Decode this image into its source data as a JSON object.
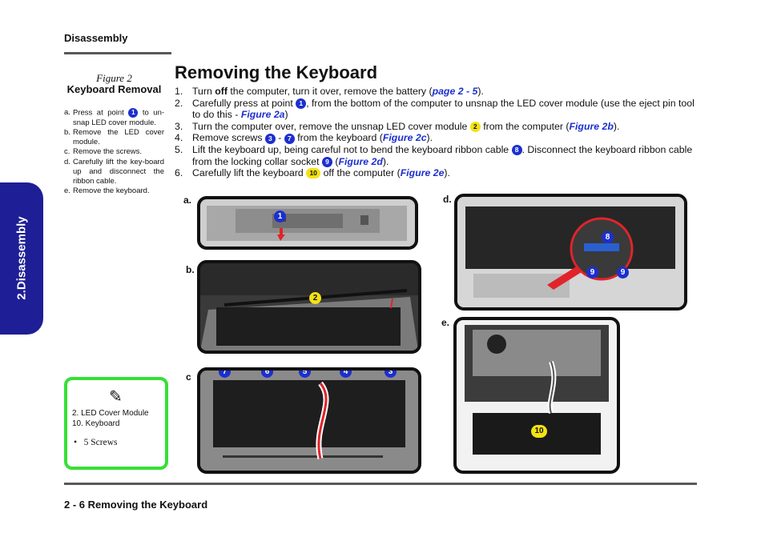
{
  "header": {
    "section": "Disassembly"
  },
  "side_tab": {
    "label": "2.Disassembly"
  },
  "figure": {
    "number": "Figure 2",
    "title": "Keyboard Removal",
    "steps": [
      {
        "letter": "a.",
        "pre": "Press at point",
        "badge": "1",
        "post": "to un-snap LED cover module."
      },
      {
        "letter": "b.",
        "text": "Remove the LED cover module."
      },
      {
        "letter": "c.",
        "text": "Remove the screws."
      },
      {
        "letter": "d.",
        "text": "Carefully lift the key-board up and disconnect the ribbon cable."
      },
      {
        "letter": "e.",
        "text": "Remove the keyboard."
      }
    ]
  },
  "note": {
    "icon": "pencil-icon",
    "line1": "2.   LED Cover Module",
    "line2": "10. Keyboard",
    "line3": "5 Screws"
  },
  "main": {
    "title": "Removing the Keyboard",
    "steps": [
      {
        "num": "1.",
        "a": "Turn ",
        "bold": "off",
        "b": " the computer, turn it over, remove the battery (",
        "link": "page 2 - 5",
        "c": ")."
      },
      {
        "num": "2.",
        "a": "Carefully press at point ",
        "badge": "1",
        "b": ", from the bottom of the computer to unsnap the LED cover module (use the eject pin tool to do this - ",
        "link": "Figure 2a",
        "c": ")"
      },
      {
        "num": "3.",
        "a": "Turn the computer over, remove the unsnap LED cover module ",
        "badge": "2",
        "b": " from the computer (",
        "link": "Figure 2b",
        "c": ")."
      },
      {
        "num": "4.",
        "a": "Remove screws ",
        "badge": "3",
        "dash": " - ",
        "badge2": "7",
        "b": " from the keyboard (",
        "link": "Figure 2c",
        "c": ")."
      },
      {
        "num": "5.",
        "a": "Lift the keyboard up, being careful not to bend the keyboard ribbon cable ",
        "badge": "8",
        "b": ". Disconnect the keyboard ribbon cable from the locking collar socket ",
        "badge2": "9",
        "m": " (",
        "link": "Figure 2d",
        "c": ")."
      },
      {
        "num": "6.",
        "a": "Carefully lift the keyboard ",
        "badge": "10",
        "b": "  off the computer (",
        "link": "Figure 2e",
        "c": ")."
      }
    ]
  },
  "panels": {
    "a": {
      "label": "a.",
      "callouts": [
        "1"
      ]
    },
    "b": {
      "label": "b.",
      "callouts": [
        "2"
      ]
    },
    "c": {
      "label": "c",
      "callouts": [
        "7",
        "6",
        "5",
        "4",
        "3"
      ]
    },
    "d": {
      "label": "d.",
      "callouts": [
        "8",
        "9",
        "9"
      ]
    },
    "e": {
      "label": "e.",
      "callouts": [
        "10"
      ]
    }
  },
  "footer": {
    "text": "2  -  6  Removing the Keyboard"
  },
  "colors": {
    "accent": "#1c2fcf",
    "tab": "#1e1e96",
    "note_border": "#35e035",
    "callout_yellow": "#f4e214",
    "arrow_red": "#e0242a"
  }
}
